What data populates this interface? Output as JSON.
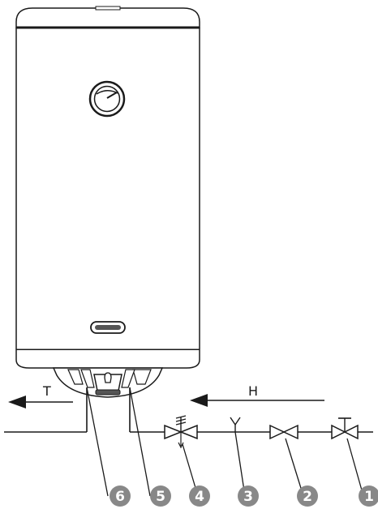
{
  "labels": {
    "hot_water": "T",
    "cold_water": "H"
  },
  "callouts": [
    "1",
    "2",
    "3",
    "4",
    "5",
    "6"
  ],
  "colors": {
    "line": "#1a1a1a",
    "tank_fill": "#ffffff",
    "callout_fill": "#888888",
    "callout_text": "#ffffff"
  },
  "icons": {
    "gauge": "thermometer-gauge-icon",
    "logo": "brand-logo-badge",
    "arrow": "flow-arrow-icon"
  }
}
